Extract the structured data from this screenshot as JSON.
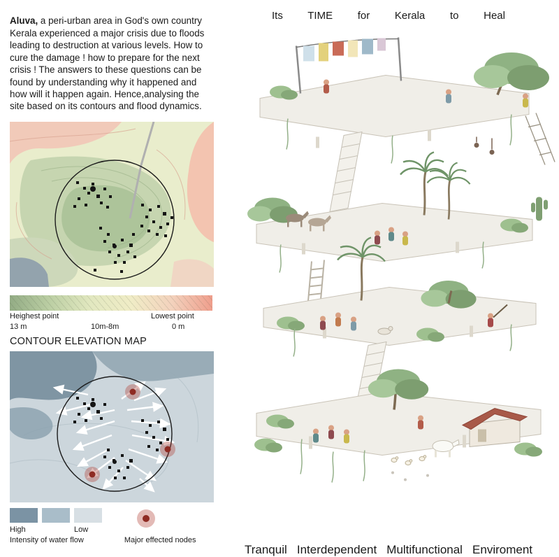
{
  "intro": {
    "lead": "Aluva,",
    "body": " a peri-urban area in God's own country Kerala experienced a major crisis due to floods leading to destruction at various levels. How to cure the damage ! how to prepare for the next crisis ! The answers to these questions can be found by understanding why it happened and how will it happen again. Hence,analysing the site based on its contours and flood dynamics."
  },
  "elevation_legend": {
    "highest_label": "Heighest point",
    "highest_value": "13 m",
    "mid_value": "10m-8m",
    "lowest_label": "Lowest point",
    "lowest_value": "0 m",
    "colors": [
      "#93ac85",
      "#bccfa4",
      "#e2e8c0",
      "#f0ecc6",
      "#f3d2bd",
      "#ef9e8c"
    ]
  },
  "maps": {
    "contour_title": "CONTOUR ELEVATION MAP"
  },
  "flow_legend": {
    "high_label": "High",
    "low_label": "Low",
    "flow_label": "Intensity of water flow",
    "nodes_label": "Major effected nodes",
    "flow_colors": [
      "#7b93a4",
      "#a9bdc9",
      "#d7dfe4"
    ],
    "node_outer_color": "rgba(176,58,46,0.35)",
    "node_inner_color": "#8e2b23"
  },
  "right_panel": {
    "title": "Its TIME for Kerala to Heal",
    "footer": "Tranquil Interdependent Multifunctional Enviroment"
  }
}
